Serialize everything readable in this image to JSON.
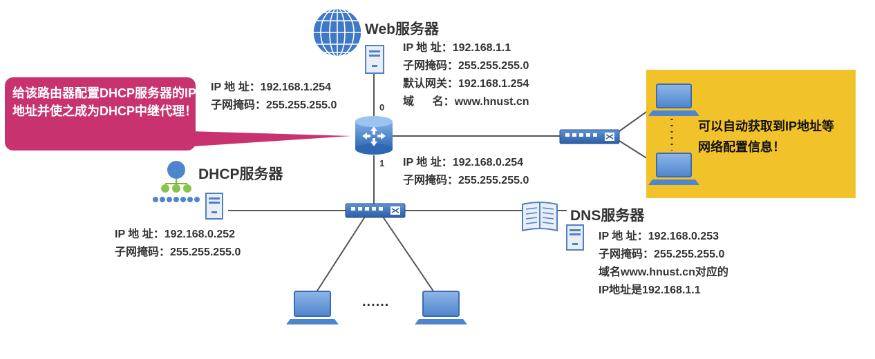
{
  "web_server": {
    "title": "Web服务器",
    "ip_label": "IP 地  址：",
    "ip": "192.168.1.1",
    "mask_label": "子网掩码：",
    "mask": "255.255.255.0",
    "gw_label": "默认网关：",
    "gw": "192.168.1.254",
    "domain_label": "域      名：",
    "domain": "www.hnust.cn"
  },
  "router_if0": {
    "ip_label": "IP 地  址：",
    "ip": "192.168.1.254",
    "mask_label": "子网掩码：",
    "mask": "255.255.255.0",
    "port": "0"
  },
  "router_if1": {
    "ip_label": "IP 地  址：",
    "ip": "192.168.0.254",
    "mask_label": "子网掩码：",
    "mask": "255.255.255.0",
    "port": "1"
  },
  "callout": {
    "text": "给该路由器配置DHCP服务器的IP地址并使之成为DHCP中继代理！",
    "color": "#c8336f"
  },
  "yellow_box": {
    "text": "可以自动获取到IP地址等网络配置信息！",
    "color": "#f2c22a"
  },
  "dhcp_server": {
    "title": "DHCP服务器",
    "ip_label": "IP 地  址：",
    "ip": "192.168.0.252",
    "mask_label": "子网掩码：",
    "mask": "255.255.255.0"
  },
  "dns_server": {
    "title": "DNS服务器",
    "ip_label": "IP 地  址：",
    "ip": "192.168.0.253",
    "mask_label": "子网掩码：",
    "mask": "255.255.255.0",
    "note_line1": "域名www.hnust.cn对应的",
    "note_line2": "IP地址是192.168.1.1"
  },
  "ellipsis": "......",
  "colors": {
    "line": "#555555",
    "device_blue": "#4f7fc4",
    "device_light": "#6fa0dc",
    "server_fill": "#e8eef6"
  }
}
